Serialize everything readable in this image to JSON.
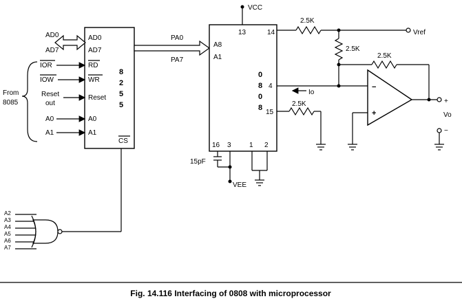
{
  "ppi": {
    "chip_name": "8255",
    "pins": {
      "ad0": "AD0",
      "ad7": "AD7",
      "rd": "RD",
      "wr": "WR",
      "reset": "Reset",
      "a0": "A0",
      "a1": "A1",
      "cs": "CS"
    }
  },
  "inputs": {
    "ad0": "AD0",
    "ad7": "AD7",
    "ior": "IOR",
    "iow": "IOW",
    "reset_out_line1": "Reset",
    "reset_out_line2": "out",
    "a0": "A0",
    "a1": "A1",
    "source_line1": "From",
    "source_line2": "8085"
  },
  "bus": {
    "pa0": "PA0",
    "pa7": "PA7"
  },
  "dac": {
    "chip_name": "0808",
    "pins": {
      "a8": "A8",
      "a1": "A1",
      "p13": "13",
      "p14": "14",
      "p4": "4",
      "p15": "15",
      "p16": "16",
      "p3": "3",
      "p1": "1",
      "p2": "2"
    }
  },
  "components": {
    "r1": "2.5K",
    "r2": "2.5K",
    "r3": "2.5K",
    "r4": "2.5K",
    "cap": "15pF"
  },
  "supplies": {
    "vcc": "VCC",
    "vref": "Vref",
    "vee": "VEE"
  },
  "signals": {
    "io": "Io",
    "vo": "Vo",
    "plus": "+",
    "minus": "−",
    "out_plus": "+",
    "out_minus": "−"
  },
  "decoder_inputs": [
    "A2",
    "A3",
    "A4",
    "A5",
    "A6",
    "A7"
  ],
  "caption": "Fig. 14.116 Interfacing of 0808 with microprocessor"
}
